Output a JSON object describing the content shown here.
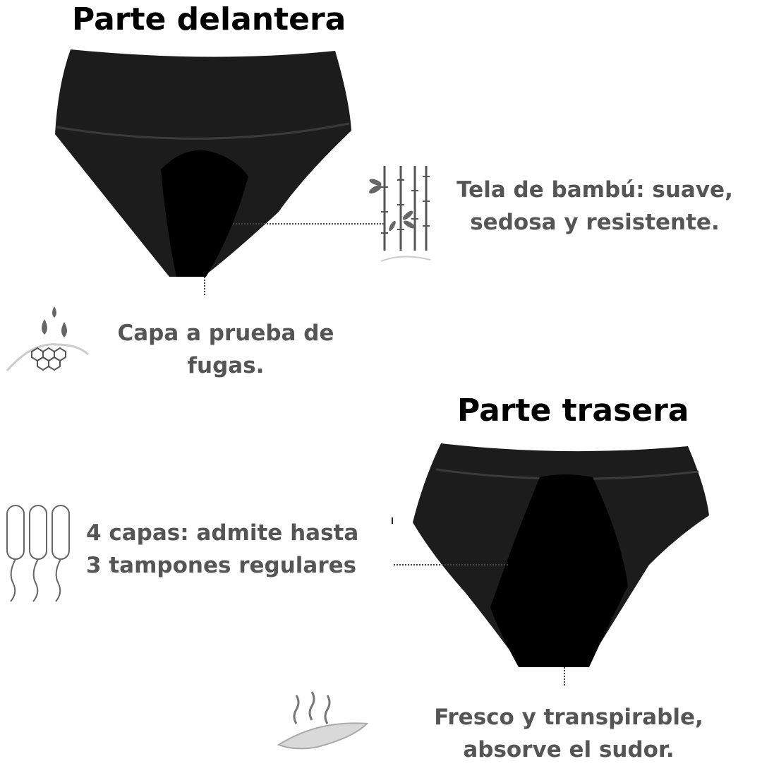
{
  "front": {
    "title": "Parte delantera",
    "bamboo_caption": [
      "Tela de bambú: suave,",
      "sedosa y resistente."
    ],
    "leak_caption": [
      "Capa a prueba de",
      "fugas."
    ]
  },
  "back": {
    "title": "Parte trasera",
    "tampon_caption": [
      "4 capas: admite hasta",
      "3 tampones regulares"
    ],
    "breathable_caption": [
      "Fresco y transpirable,",
      "absorve el sudor."
    ]
  },
  "icons": [
    "bamboo-icon",
    "water-drops-icon",
    "tampons-icon",
    "breathable-icon"
  ],
  "colors": {
    "title": "#000000",
    "caption": "#555555",
    "garment": "#1a1a1a",
    "gusset": "#000000"
  }
}
